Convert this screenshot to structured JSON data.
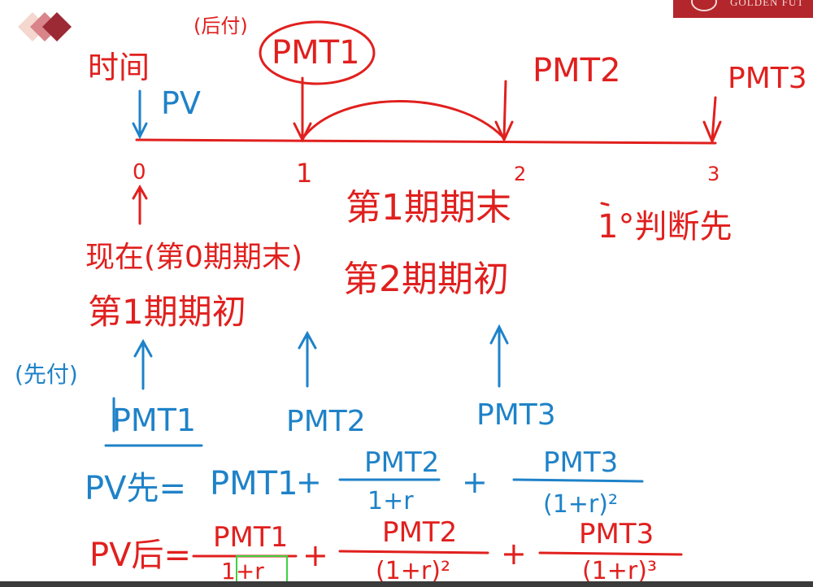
{
  "branding": {
    "text": "GOLDEN FUT"
  },
  "whiteboard": {
    "top_labels": {
      "timeline_label": "时间",
      "pv": "PV",
      "postpaid": "(后付)",
      "pmt1": "PMT1",
      "pmt2": "PMT2",
      "pmt3": "PMT3"
    },
    "ticks": [
      "0",
      "1",
      "2",
      "3"
    ],
    "notes": {
      "period1_end": "第1期期末",
      "period2_begin": "第2期期初",
      "judge_first": "1°判断先",
      "now_line": "现在(第0期期末)",
      "period1_begin": "第1期期初",
      "prepaid": "(先付)"
    },
    "bottom_labels": {
      "pmt1_box": "PMT1",
      "pmt2": "PMT2",
      "pmt3": "PMT3"
    },
    "formula_prepaid": {
      "lhs": "PV先=",
      "t1": "PMT1",
      "plus1": "+",
      "t2_num": "PMT2",
      "t2_den": "1+r",
      "plus2": "+",
      "t3_num": "PMT3",
      "t3_den": "(1+r)²"
    },
    "formula_postpaid": {
      "lhs": "PV后=",
      "t1_num": "PMT1",
      "t1_den": "1+r",
      "plus1": "+",
      "t2_num": "PMT2",
      "t2_den": "(1+r)²",
      "plus2": "+",
      "t3_num": "PMT3",
      "t3_den": "(1+r)³"
    }
  }
}
